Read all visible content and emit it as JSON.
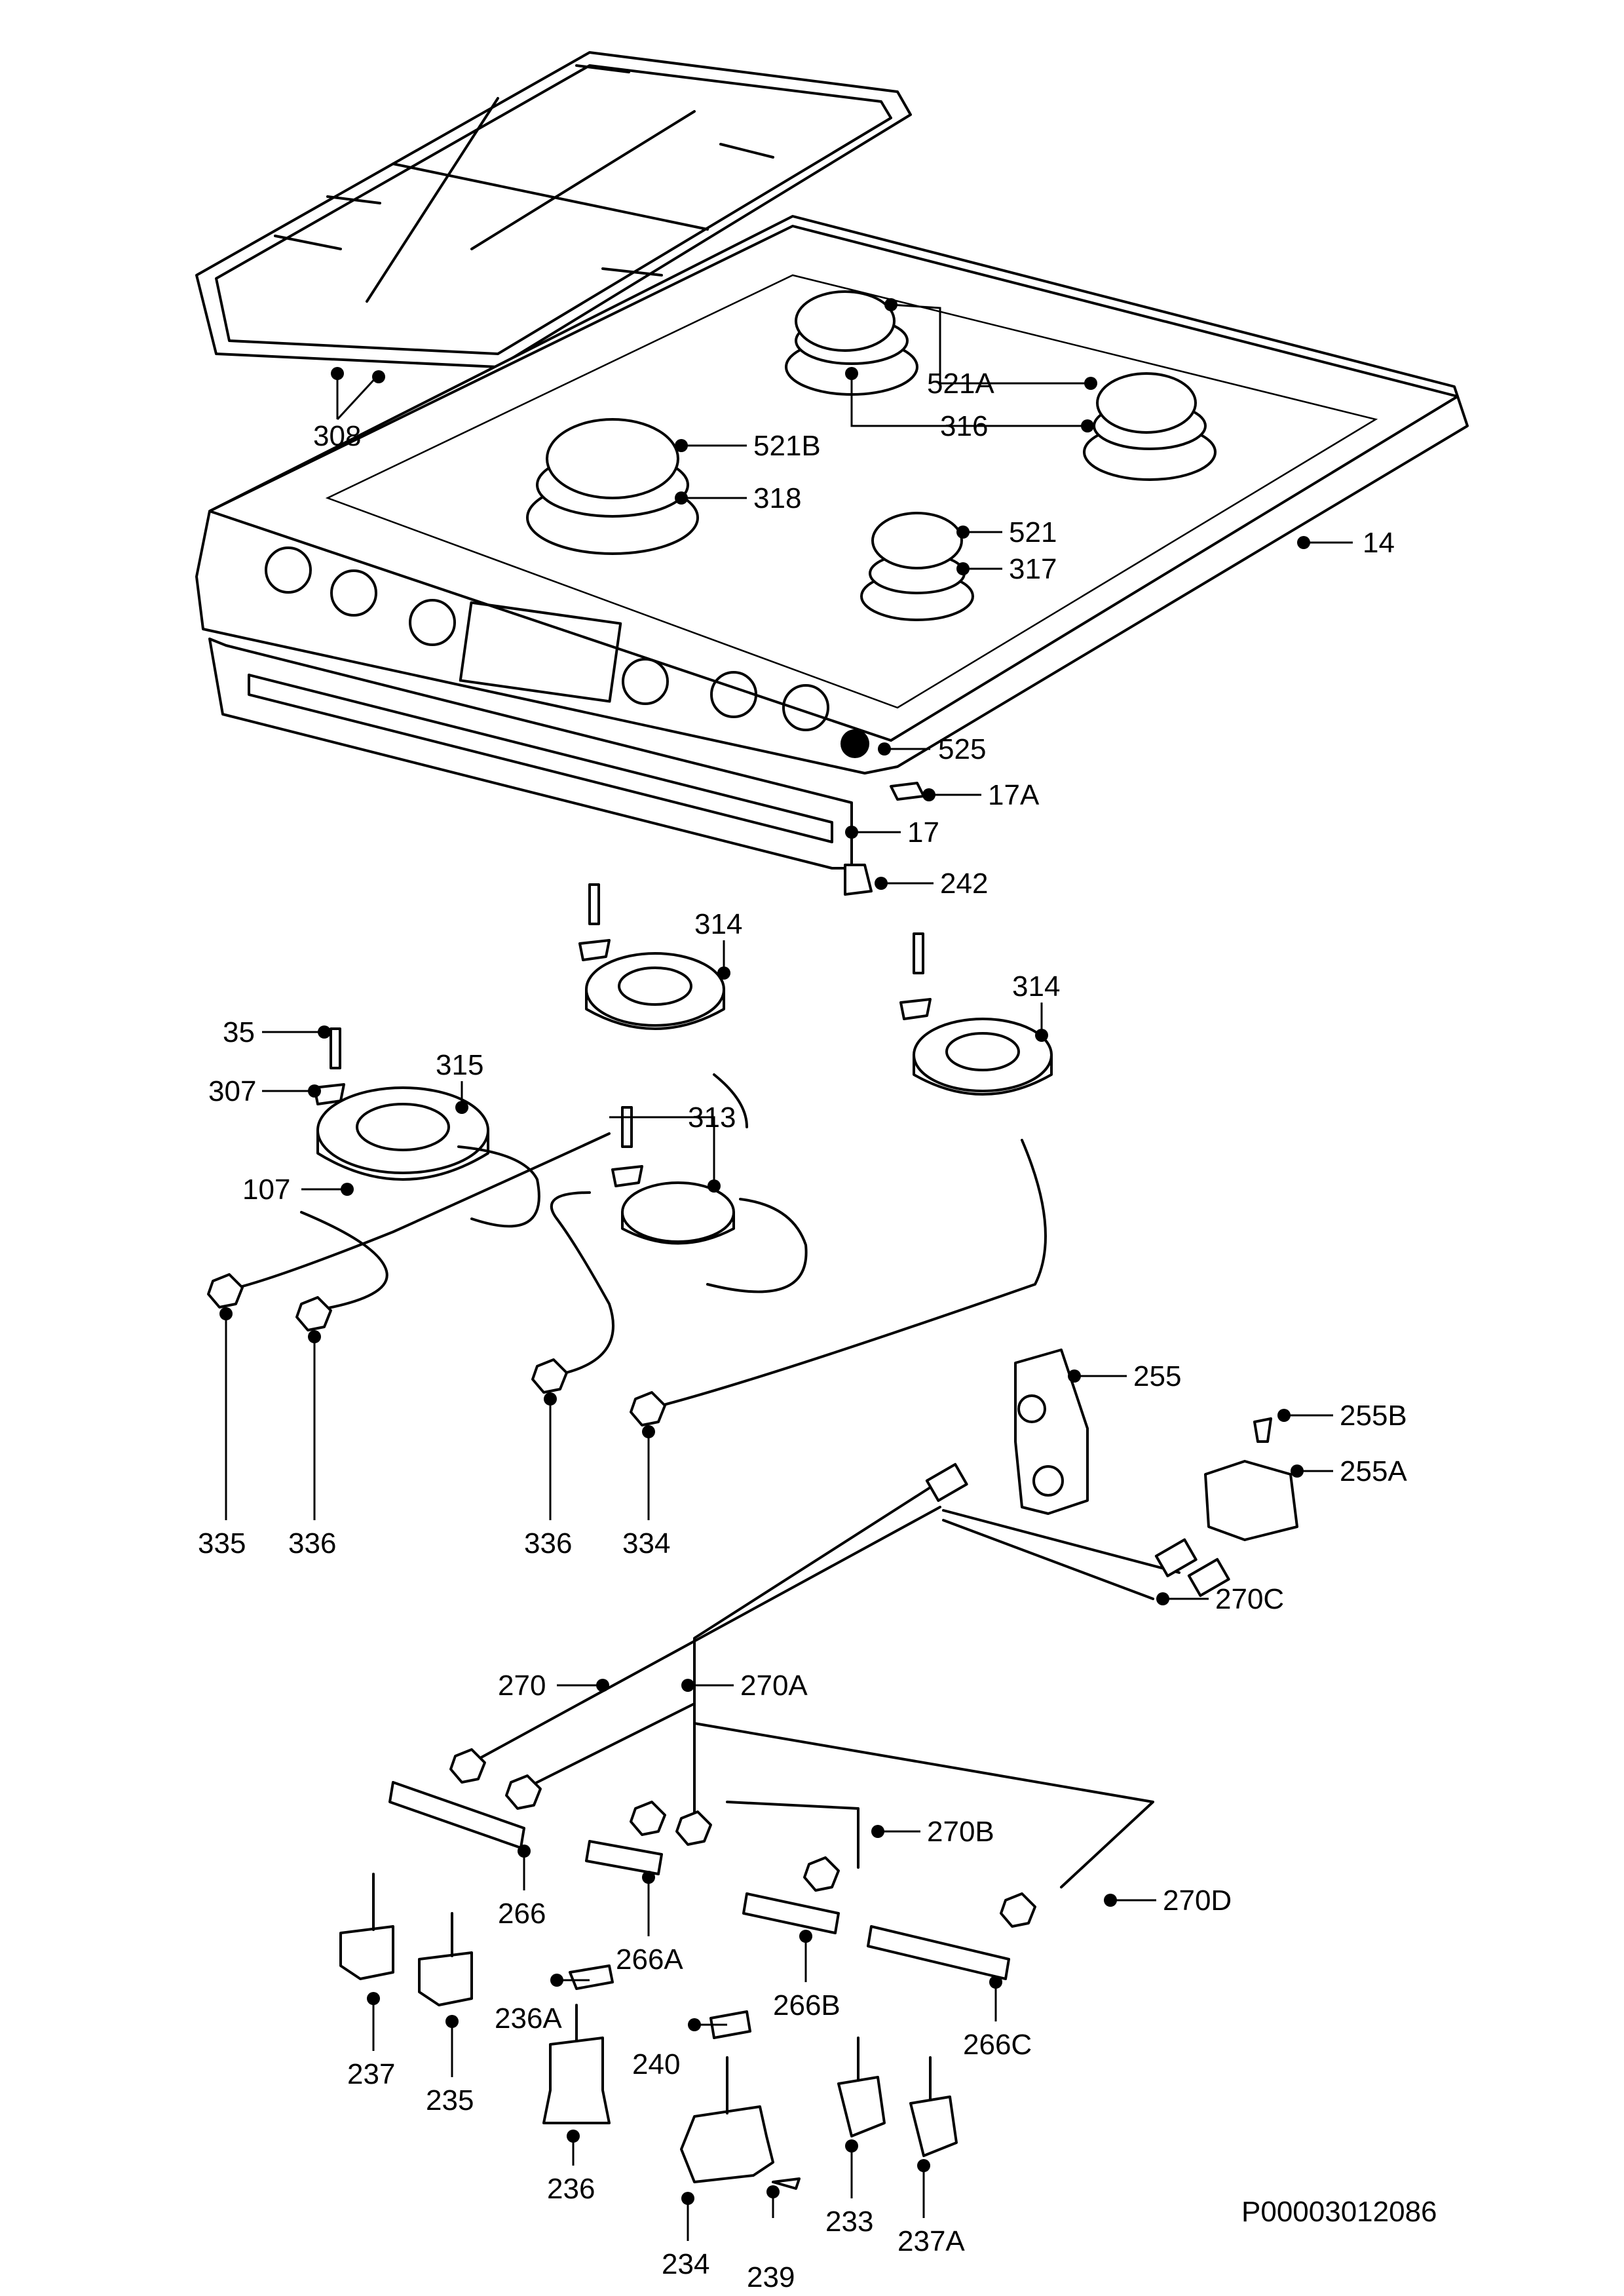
{
  "document_code": "P00003012086",
  "part_labels": {
    "308": "308",
    "521A": "521A",
    "316": "316",
    "521B": "521B",
    "318": "318",
    "521": "521",
    "317": "317",
    "14": "14",
    "525": "525",
    "17A": "17A",
    "17": "17",
    "242": "242",
    "314a": "314",
    "314b": "314",
    "35": "35",
    "315": "315",
    "307": "307",
    "313": "313",
    "107": "107",
    "335": "335",
    "336a": "336",
    "336b": "336",
    "334": "334",
    "255": "255",
    "255B": "255B",
    "255A": "255A",
    "270C": "270C",
    "270": "270",
    "270A": "270A",
    "270B": "270B",
    "270D": "270D",
    "266": "266",
    "266A": "266A",
    "266B": "266B",
    "266C": "266C",
    "237": "237",
    "235": "235",
    "236A": "236A",
    "236": "236",
    "240": "240",
    "234": "234",
    "239": "239",
    "233": "233",
    "237A": "237A"
  }
}
